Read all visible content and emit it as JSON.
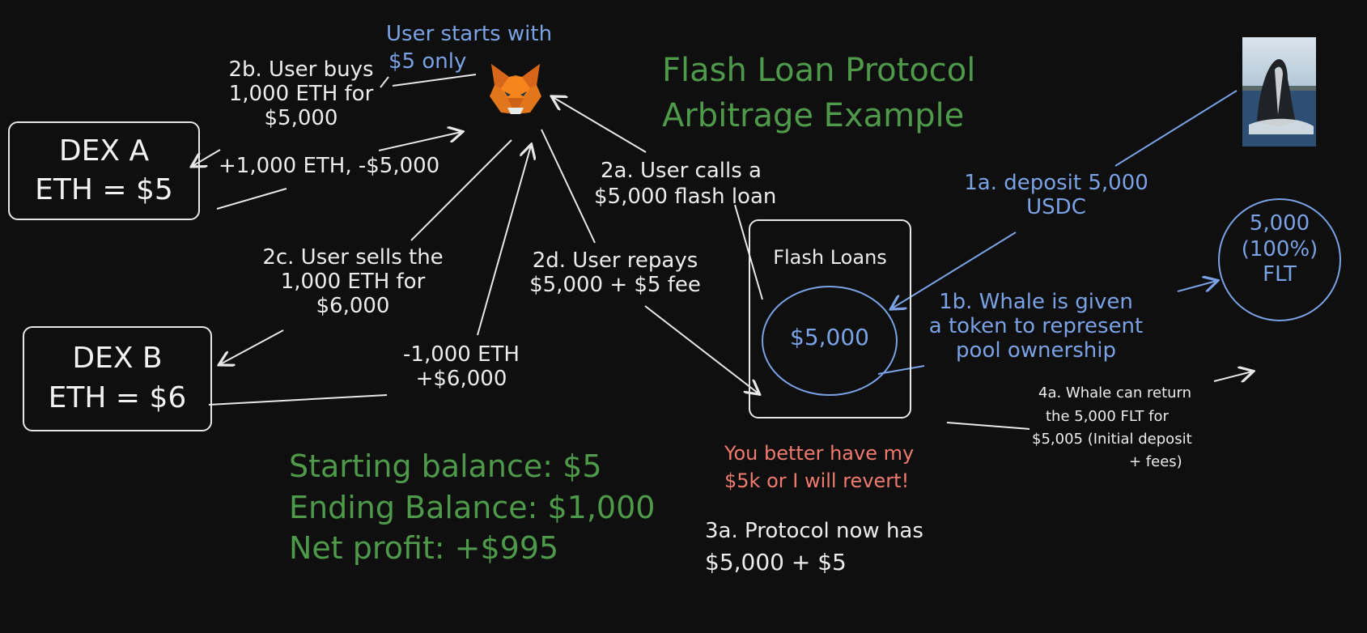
{
  "title": {
    "line1": "Flash Loan Protocol",
    "line2": "Arbitrage Example"
  },
  "user_start": {
    "line1": "User starts with",
    "line2": "$5 only"
  },
  "dex_a": {
    "line1": "DEX A",
    "line2": "ETH = $5"
  },
  "dex_b": {
    "line1": "DEX B",
    "line2": "ETH = $6"
  },
  "step_2b": {
    "line1": "2b. User buys",
    "line2": "1,000 ETH for",
    "line3": "$5,000"
  },
  "trade_a": "+1,000 ETH, -$5,000",
  "step_2a": {
    "line1": "2a. User calls a",
    "line2": "$5,000 flash loan"
  },
  "step_2c": {
    "line1": "2c. User sells the",
    "line2": "1,000 ETH for",
    "line3": "$6,000"
  },
  "step_2d": {
    "line1": "2d. User repays",
    "line2": "$5,000 + $5 fee"
  },
  "trade_b": {
    "line1": "-1,000 ETH",
    "line2": "+$6,000"
  },
  "flash_loans": {
    "label": "Flash Loans",
    "amount": "$5,000"
  },
  "step_1a": {
    "line1": "1a. deposit 5,000",
    "line2": "USDC"
  },
  "step_1b": {
    "line1": "1b. Whale is given",
    "line2": "a token to represent",
    "line3": "pool ownership"
  },
  "flt_token": {
    "line1": "5,000",
    "line2": "(100%)",
    "line3": "FLT"
  },
  "step_4a": {
    "line1": "4a. Whale can return",
    "line2": "the 5,000 FLT for",
    "line3": "$5,005 (Initial deposit",
    "line4": "+ fees)"
  },
  "warning": {
    "line1": "You better have my",
    "line2": "$5k or I will revert!"
  },
  "step_3a": {
    "line1": "3a. Protocol now has",
    "line2": "$5,000 + $5"
  },
  "summary": {
    "starting": "Starting balance: $5",
    "ending": "Ending Balance: $1,000",
    "profit": "Net profit: +$995"
  },
  "icons": {
    "user": "metamask-fox-icon",
    "whale": "whale-photo"
  },
  "colors": {
    "background": "#0f0f10",
    "white": "#ececec",
    "blue": "#7aa2e4",
    "green": "#4e9a4a",
    "red": "#f07a6e"
  }
}
